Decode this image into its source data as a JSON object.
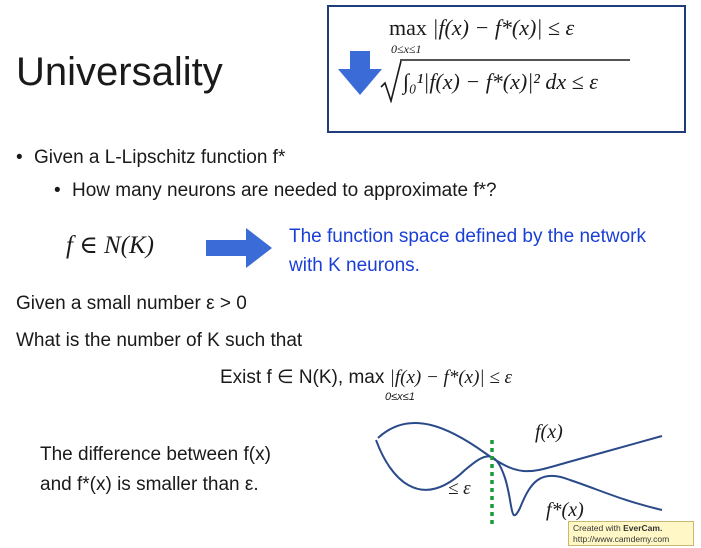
{
  "slide": {
    "title": "Universality",
    "formula_box": {
      "line1_max": "max",
      "line1_sub": "0≤x≤1",
      "line1_expr": "|f(x) − f*(x)| ≤ ε",
      "line2_integral": "∫₀¹|f(x) − f*(x)|² dx ≤ ε"
    },
    "bullets": [
      "Given a L-Lipschitz function f*",
      "How many neurons are needed to approximate f*?"
    ],
    "function_def": {
      "expr": "f ∈ N(K)",
      "text": "The function space defined by the network with K neurons."
    },
    "given_line": "Given a small number ε > 0",
    "what_line": "What is the number of K such that",
    "exist_line": {
      "prefix": "Exist f ∈ N(K), max",
      "sub": "0≤x≤1",
      "expr": "|f(x) − f*(x)| ≤ ε"
    },
    "difference": {
      "line1": "The difference between f(x)",
      "line2": "and f*(x) is smaller than ε."
    },
    "plot_labels": {
      "f": "f(x)",
      "fstar": "f*(x)",
      "eps": "≤ ε"
    },
    "watermark": {
      "prefix": "Created with ",
      "brand": "EverCam.",
      "url": "http://www.camdemy.com"
    }
  },
  "colors": {
    "box_border": "#1f3d7a",
    "arrow_blue": "#3a6bd6",
    "text_blue": "#1a3fd6",
    "curve_blue": "#2a4a8a",
    "dotted_green": "#1a9a3a"
  }
}
